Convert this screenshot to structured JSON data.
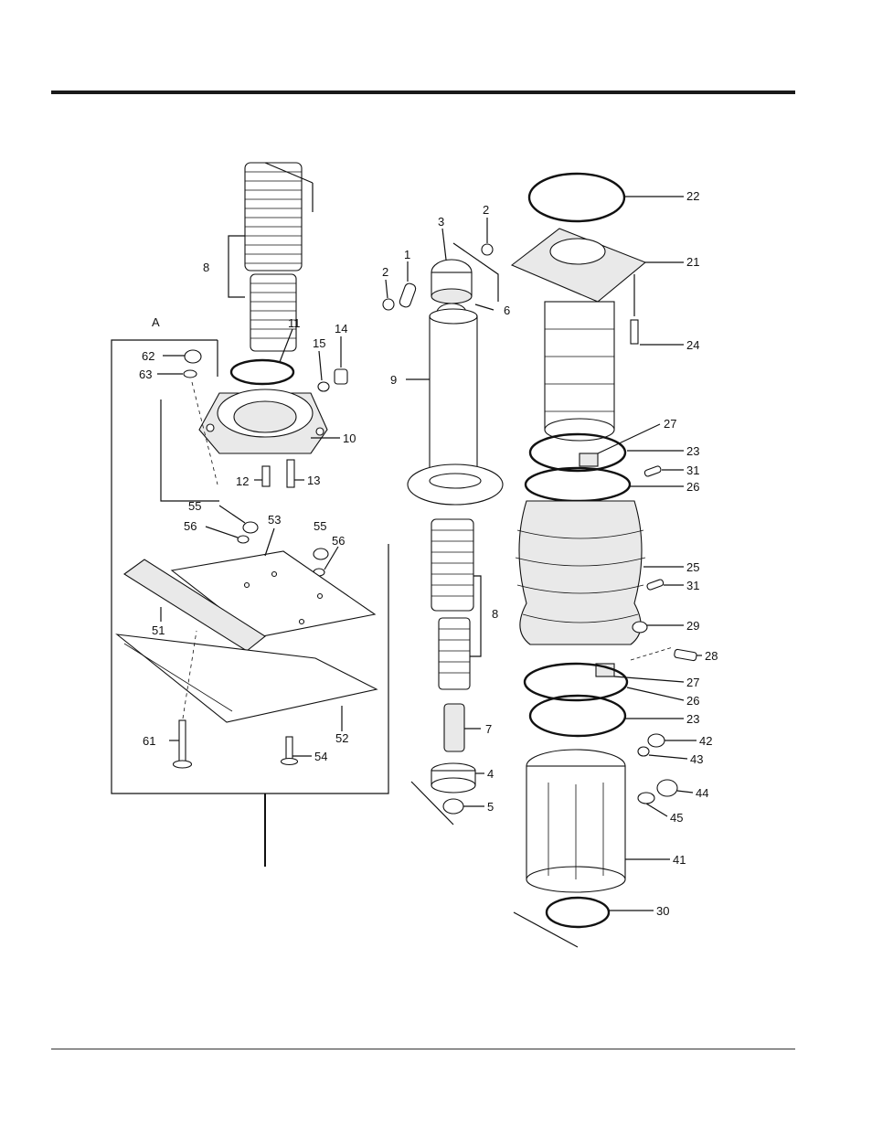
{
  "diagram": {
    "group_label": "A",
    "callouts": [
      "1",
      "2",
      "2",
      "3",
      "4",
      "5",
      "6",
      "7",
      "8",
      "8",
      "9",
      "10",
      "11",
      "12",
      "13",
      "14",
      "15",
      "21",
      "22",
      "23",
      "23",
      "24",
      "25",
      "26",
      "26",
      "27",
      "27",
      "28",
      "29",
      "30",
      "31",
      "31",
      "41",
      "42",
      "43",
      "44",
      "45",
      "51",
      "52",
      "53",
      "54",
      "55",
      "55",
      "56",
      "56",
      "61",
      "62",
      "63"
    ]
  }
}
